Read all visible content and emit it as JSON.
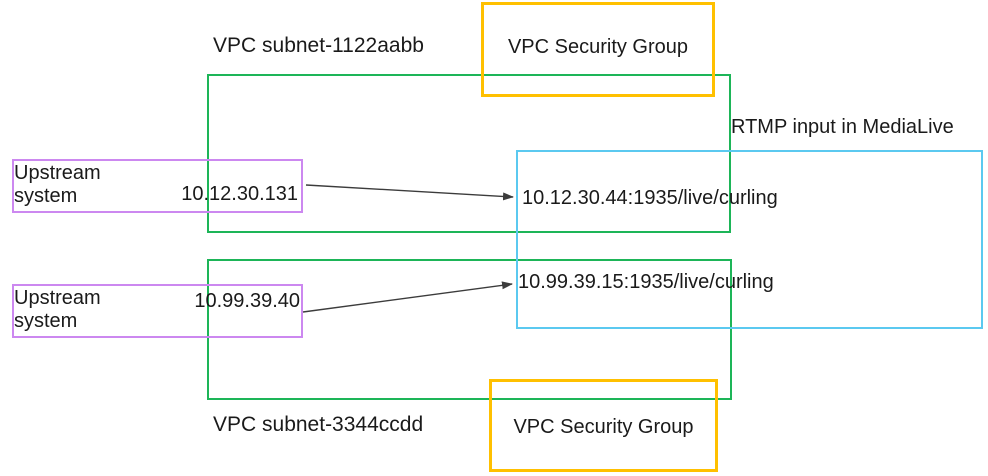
{
  "colors": {
    "subnet_border": "#1db558",
    "security_group_border": "#ffc000",
    "upstream_border": "#cc88f0",
    "medialive_border": "#5bc9f0",
    "text_color": "#1a1a1a",
    "arrow_color": "#3c3c3c"
  },
  "subnet1": {
    "label": "VPC subnet-1122aabb"
  },
  "subnet2": {
    "label": "VPC subnet-3344ccdd"
  },
  "security_group1": {
    "label": "VPC Security Group"
  },
  "security_group2": {
    "label": "VPC Security Group"
  },
  "medialive": {
    "label": "RTMP input in MediaLive",
    "endpoint1": "10.12.30.44:1935/live/curling",
    "endpoint2": "10.99.39.15:1935/live/curling"
  },
  "upstream1": {
    "name": "Upstream system",
    "ip": "10.12.30.131"
  },
  "upstream2": {
    "name": "Upstream system",
    "ip": "10.99.39.40"
  }
}
